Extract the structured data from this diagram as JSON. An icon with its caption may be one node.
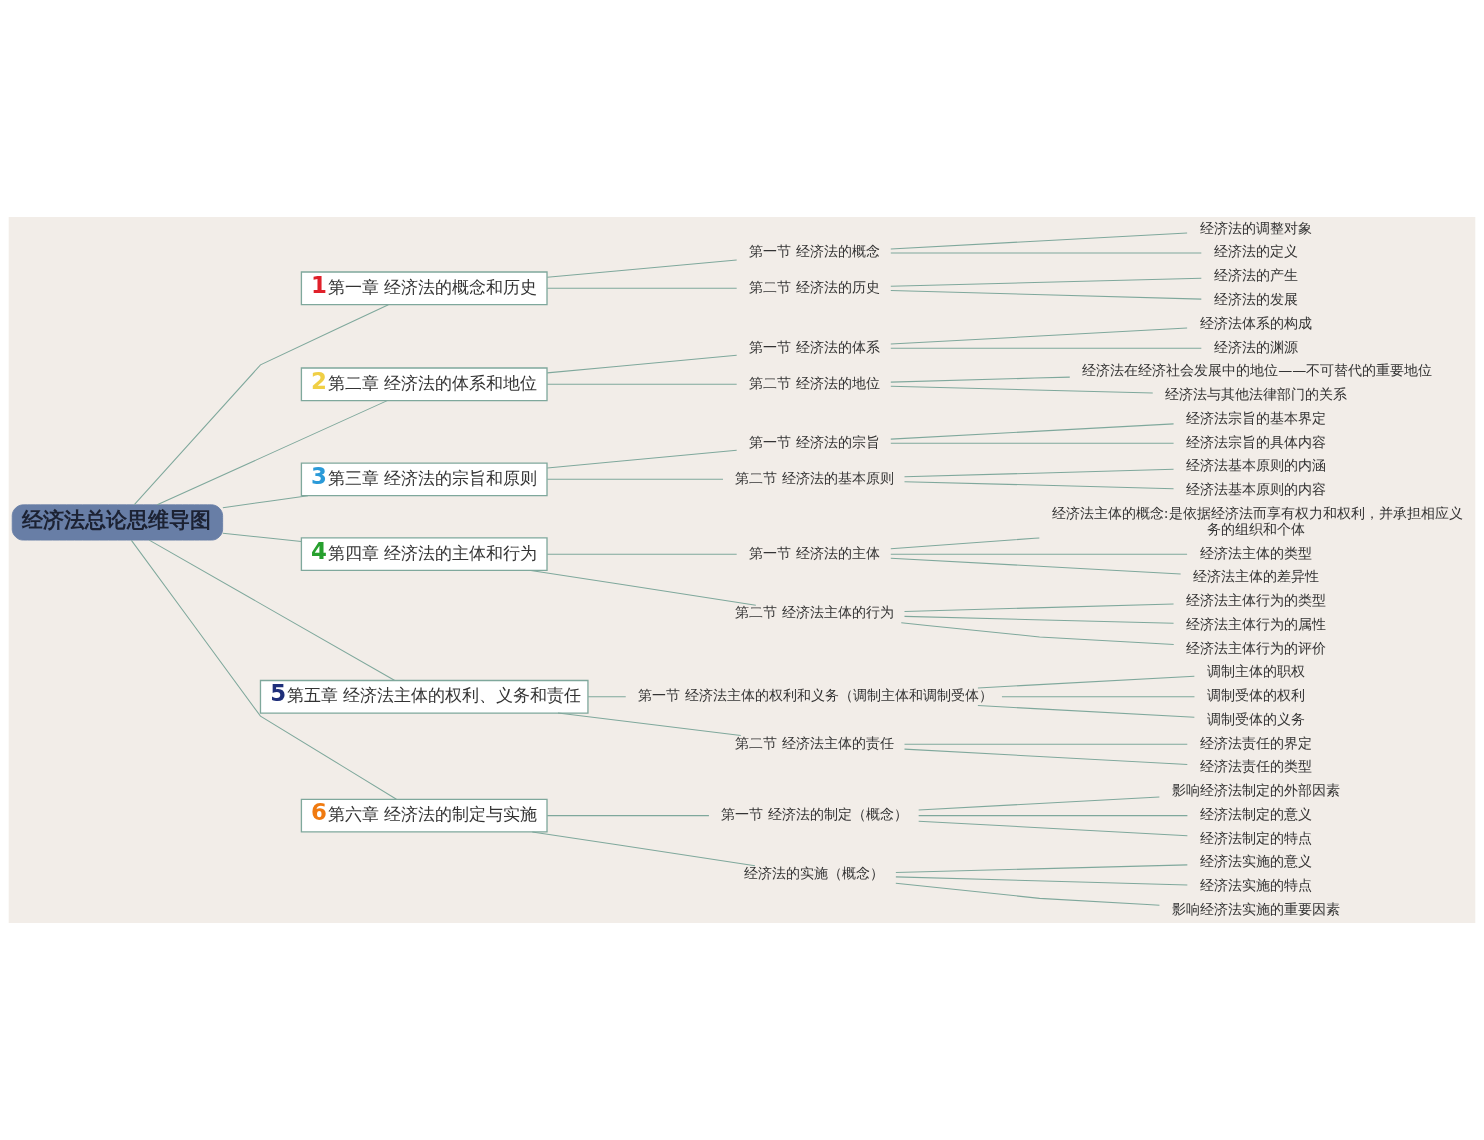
{
  "diagram": {
    "nodes": [
      {
        "text": [
          "经济法总论思维导图"
        ]
      },
      {
        "text": [
          "1",
          "第一章 经济法的概念和历史"
        ]
      },
      {
        "text": [
          "第一节 经济法的概念"
        ]
      },
      {
        "text": [
          "经济法的调整对象"
        ]
      },
      {
        "text": [
          "经济法的定义"
        ]
      },
      {
        "text": [
          "第二节 经济法的历史"
        ]
      },
      {
        "text": [
          "经济法的产生"
        ]
      },
      {
        "text": [
          "经济法的发展"
        ]
      },
      {
        "text": [
          "2",
          "第二章 经济法的体系和地位"
        ]
      },
      {
        "text": [
          "第一节 经济法的体系"
        ]
      },
      {
        "text": [
          "经济法体系的构成"
        ]
      },
      {
        "text": [
          "经济法的渊源"
        ]
      },
      {
        "text": [
          "第二节 经济法的地位"
        ]
      },
      {
        "text": [
          "经济法在经济社会发展中的地位——不可替代的重要地位"
        ]
      },
      {
        "text": [
          "经济法与其他法律部门的关系"
        ]
      },
      {
        "text": [
          "3",
          "第三章 经济法的宗旨和原则"
        ]
      },
      {
        "text": [
          "第一节 经济法的宗旨"
        ]
      },
      {
        "text": [
          "经济法宗旨的基本界定"
        ]
      },
      {
        "text": [
          "经济法宗旨的具体内容"
        ]
      },
      {
        "text": [
          "第二节 经济法的基本原则"
        ]
      },
      {
        "text": [
          "经济法基本原则的内涵"
        ]
      },
      {
        "text": [
          "经济法基本原则的内容"
        ]
      },
      {
        "text": [
          "4",
          "第四章 经济法的主体和行为"
        ]
      },
      {
        "text": [
          "第一节 经济法的主体"
        ]
      },
      {
        "text": [
          "经济法主体的概念:是依据经济法而享有权力和权利，并承担相应义务的组织和个体"
        ]
      },
      {
        "text": [
          "经济法主体的类型"
        ]
      },
      {
        "text": [
          "经济法主体的差异性"
        ]
      },
      {
        "text": [
          "第二节 经济法主体的行为"
        ]
      },
      {
        "text": [
          "经济法主体行为的类型"
        ]
      },
      {
        "text": [
          "经济法主体行为的属性"
        ]
      },
      {
        "text": [
          "经济法主体行为的评价"
        ]
      },
      {
        "text": [
          "5",
          "第五章 经济法主体的权利、义务和责任"
        ]
      },
      {
        "text": [
          "第一节 经济法主体的权利和义务（调制主体和调制受体）"
        ]
      },
      {
        "text": [
          "调制主体的职权"
        ]
      },
      {
        "text": [
          "调制受体的权利"
        ]
      },
      {
        "text": [
          "调制受体的义务"
        ]
      },
      {
        "text": [
          "第二节 经济法主体的责任"
        ]
      },
      {
        "text": [
          "经济法责任的界定"
        ]
      },
      {
        "text": [
          "经济法责任的类型"
        ]
      },
      {
        "text": [
          "6",
          "第六章 经济法的制定与实施"
        ]
      },
      {
        "text": [
          "第一节 经济法的制定（概念）"
        ]
      },
      {
        "text": [
          "影响经济法制定的外部因素"
        ]
      },
      {
        "text": [
          "经济法制定的意义"
        ]
      },
      {
        "text": [
          "经济法制定的特点"
        ]
      },
      {
        "text": [
          "经济法的实施（概念）"
        ]
      },
      {
        "text": [
          "经济法实施的意义"
        ]
      },
      {
        "text": [
          "经济法实施的特点"
        ]
      },
      {
        "text": [
          "影响经济法实施的重要因素"
        ]
      }
    ],
    "edges": [
      {
        "from": 0,
        "to": 1,
        "arrow": "none"
      },
      {
        "from": 1,
        "to": 2,
        "arrow": "none"
      },
      {
        "from": 2,
        "to": 3,
        "arrow": "none"
      },
      {
        "from": 2,
        "to": 4,
        "arrow": "none"
      },
      {
        "from": 1,
        "to": 5,
        "arrow": "none"
      },
      {
        "from": 5,
        "to": 6,
        "arrow": "none"
      },
      {
        "from": 5,
        "to": 7,
        "arrow": "none"
      },
      {
        "from": 0,
        "to": 8,
        "arrow": "none"
      },
      {
        "from": 8,
        "to": 9,
        "arrow": "none"
      },
      {
        "from": 9,
        "to": 10,
        "arrow": "none"
      },
      {
        "from": 9,
        "to": 11,
        "arrow": "none"
      },
      {
        "from": 8,
        "to": 12,
        "arrow": "none"
      },
      {
        "from": 12,
        "to": 13,
        "arrow": "none"
      },
      {
        "from": 12,
        "to": 14,
        "arrow": "none"
      },
      {
        "from": 0,
        "to": 15,
        "arrow": "none"
      },
      {
        "from": 15,
        "to": 16,
        "arrow": "none"
      },
      {
        "from": 16,
        "to": 17,
        "arrow": "none"
      },
      {
        "from": 16,
        "to": 18,
        "arrow": "none"
      },
      {
        "from": 15,
        "to": 19,
        "arrow": "none"
      },
      {
        "from": 19,
        "to": 20,
        "arrow": "none"
      },
      {
        "from": 19,
        "to": 21,
        "arrow": "none"
      },
      {
        "from": 0,
        "to": 22,
        "arrow": "none"
      },
      {
        "from": 22,
        "to": 23,
        "arrow": "none"
      },
      {
        "from": 23,
        "to": 24,
        "arrow": "none"
      },
      {
        "from": 23,
        "to": 25,
        "arrow": "none"
      },
      {
        "from": 23,
        "to": 26,
        "arrow": "none"
      },
      {
        "from": 22,
        "to": 27,
        "arrow": "none"
      },
      {
        "from": 27,
        "to": 28,
        "arrow": "none"
      },
      {
        "from": 27,
        "to": 29,
        "arrow": "none"
      },
      {
        "from": 27,
        "to": 30,
        "arrow": "none"
      },
      {
        "from": 0,
        "to": 31,
        "arrow": "none"
      },
      {
        "from": 31,
        "to": 32,
        "arrow": "none"
      },
      {
        "from": 32,
        "to": 33,
        "arrow": "none"
      },
      {
        "from": 32,
        "to": 34,
        "arrow": "none"
      },
      {
        "from": 32,
        "to": 35,
        "arrow": "none"
      },
      {
        "from": 31,
        "to": 36,
        "arrow": "none"
      },
      {
        "from": 36,
        "to": 37,
        "arrow": "none"
      },
      {
        "from": 36,
        "to": 38,
        "arrow": "none"
      },
      {
        "from": 0,
        "to": 39,
        "arrow": "none"
      },
      {
        "from": 39,
        "to": 40,
        "arrow": "none"
      },
      {
        "from": 40,
        "to": 41,
        "arrow": "none"
      },
      {
        "from": 40,
        "to": 42,
        "arrow": "none"
      },
      {
        "from": 40,
        "to": 43,
        "arrow": "none"
      },
      {
        "from": 39,
        "to": 44,
        "arrow": "none"
      },
      {
        "from": 44,
        "to": 45,
        "arrow": "none"
      },
      {
        "from": 44,
        "to": 46,
        "arrow": "none"
      },
      {
        "from": 44,
        "to": 47,
        "arrow": "none"
      }
    ]
  }
}
